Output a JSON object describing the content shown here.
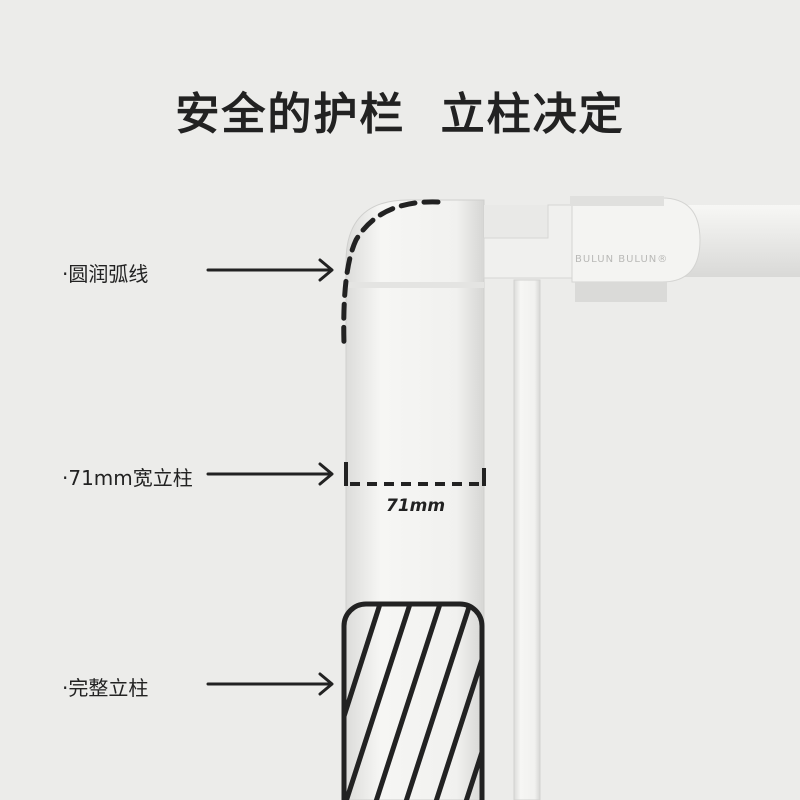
{
  "title": "安全的护栏  立柱决定",
  "callouts": [
    {
      "label": "·圆润弧线"
    },
    {
      "label": "·71mm宽立柱"
    },
    {
      "label": "·完整立柱"
    }
  ],
  "dimension_label": "71mm",
  "brand": "BULUN BULUN®",
  "colors": {
    "background": "#ececea",
    "post": "#f2f2f0",
    "ink": "#222222"
  }
}
